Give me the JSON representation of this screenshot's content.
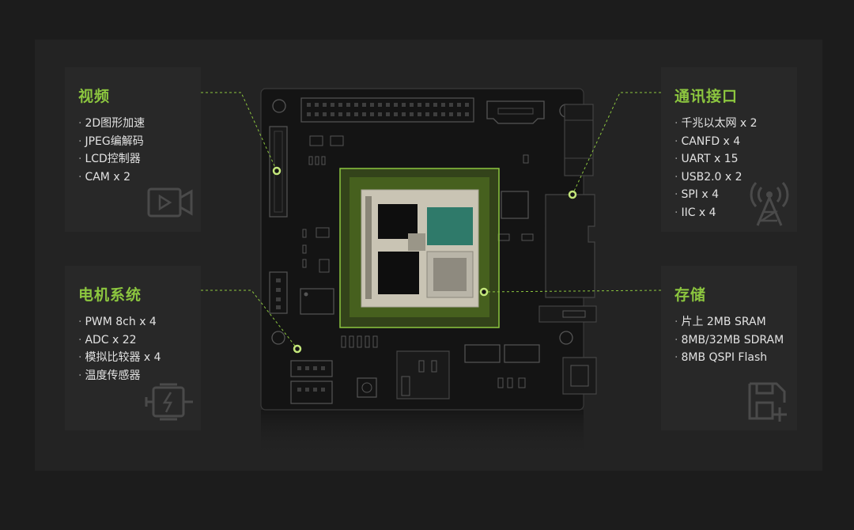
{
  "colors": {
    "accent": "#8cc63f",
    "background": "#1c1c1c",
    "panel": "#232323",
    "card": "#282828",
    "board": "#151515"
  },
  "video": {
    "title": "视频",
    "items": [
      "2D图形加速",
      "JPEG编解码",
      "LCD控制器",
      "CAM x 2"
    ],
    "icon": "video-camera-icon"
  },
  "motor": {
    "title": "电机系统",
    "items": [
      "PWM 8ch x 4",
      "ADC x 22",
      "模拟比较器 x 4",
      "温度传感器"
    ],
    "icon": "motor-icon"
  },
  "comm": {
    "title": "通讯接口",
    "items": [
      "千兆以太网 x 2",
      "CANFD x 4",
      "UART x 15",
      "USB2.0 x 2",
      "SPI x 4",
      "IIC x 4"
    ],
    "icon": "antenna-tower-icon"
  },
  "storage": {
    "title": "存储",
    "items": [
      "片上 2MB SRAM",
      "8MB/32MB SDRAM",
      "8MB QSPI Flash"
    ],
    "icon": "save-disk-icon"
  }
}
